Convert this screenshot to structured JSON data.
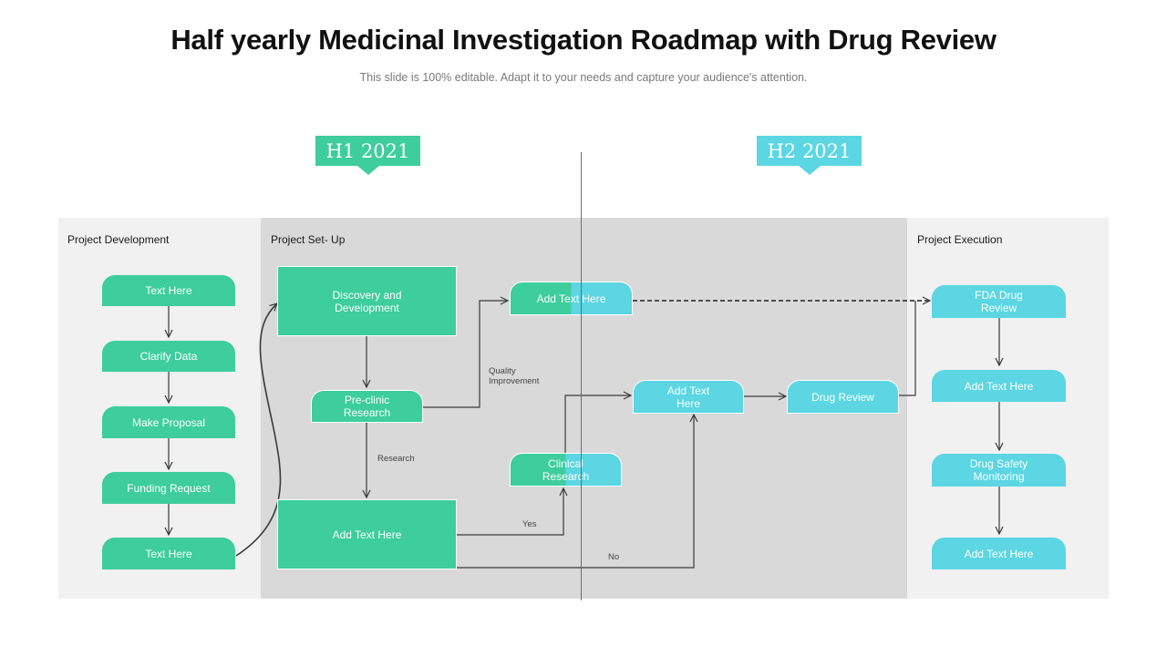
{
  "header": {
    "title": "Half yearly Medicinal Investigation Roadmap with Drug Review",
    "subtitle": "This slide is 100% editable. Adapt it to your needs and capture your audience's attention."
  },
  "colors": {
    "green": "#3ecd9c",
    "cyan": "#5bd6e2",
    "panel_light": "#f1f1f1",
    "panel_dark": "#d9d9d9",
    "connector": "#3a3a3a"
  },
  "timeline": [
    {
      "label": "H1 2021",
      "color": "#3ecd9c",
      "icon": "arrow-down-icon"
    },
    {
      "label": "H2 2021",
      "color": "#5bd6e2",
      "icon": "arrow-down-icon"
    }
  ],
  "phases": [
    {
      "label": "Project Development"
    },
    {
      "label": "Project Set- Up"
    },
    {
      "label": "Project Execution"
    }
  ],
  "development_steps": [
    {
      "label": "Text Here"
    },
    {
      "label": "Clarify Data"
    },
    {
      "label": "Make Proposal"
    },
    {
      "label": "Funding Request"
    },
    {
      "label": "Text Here"
    }
  ],
  "setup_nodes": {
    "discovery": "Discovery and Development",
    "preclinic": "Pre-clinic Research",
    "add_text_box": "Add Text Here",
    "add_text_top": "Add Text Here",
    "clinical": "Clinical Research",
    "add_text_mid": "Add Text Here",
    "drug_review": "Drug Review"
  },
  "edge_labels": {
    "quality": "Quality Improvement",
    "research": "Research",
    "yes": "Yes",
    "no": "No"
  },
  "execution_steps": [
    {
      "label": "FDA Drug Review"
    },
    {
      "label": "Add Text Here"
    },
    {
      "label": "Drug Safety Monitoring"
    },
    {
      "label": "Add Text Here"
    }
  ]
}
